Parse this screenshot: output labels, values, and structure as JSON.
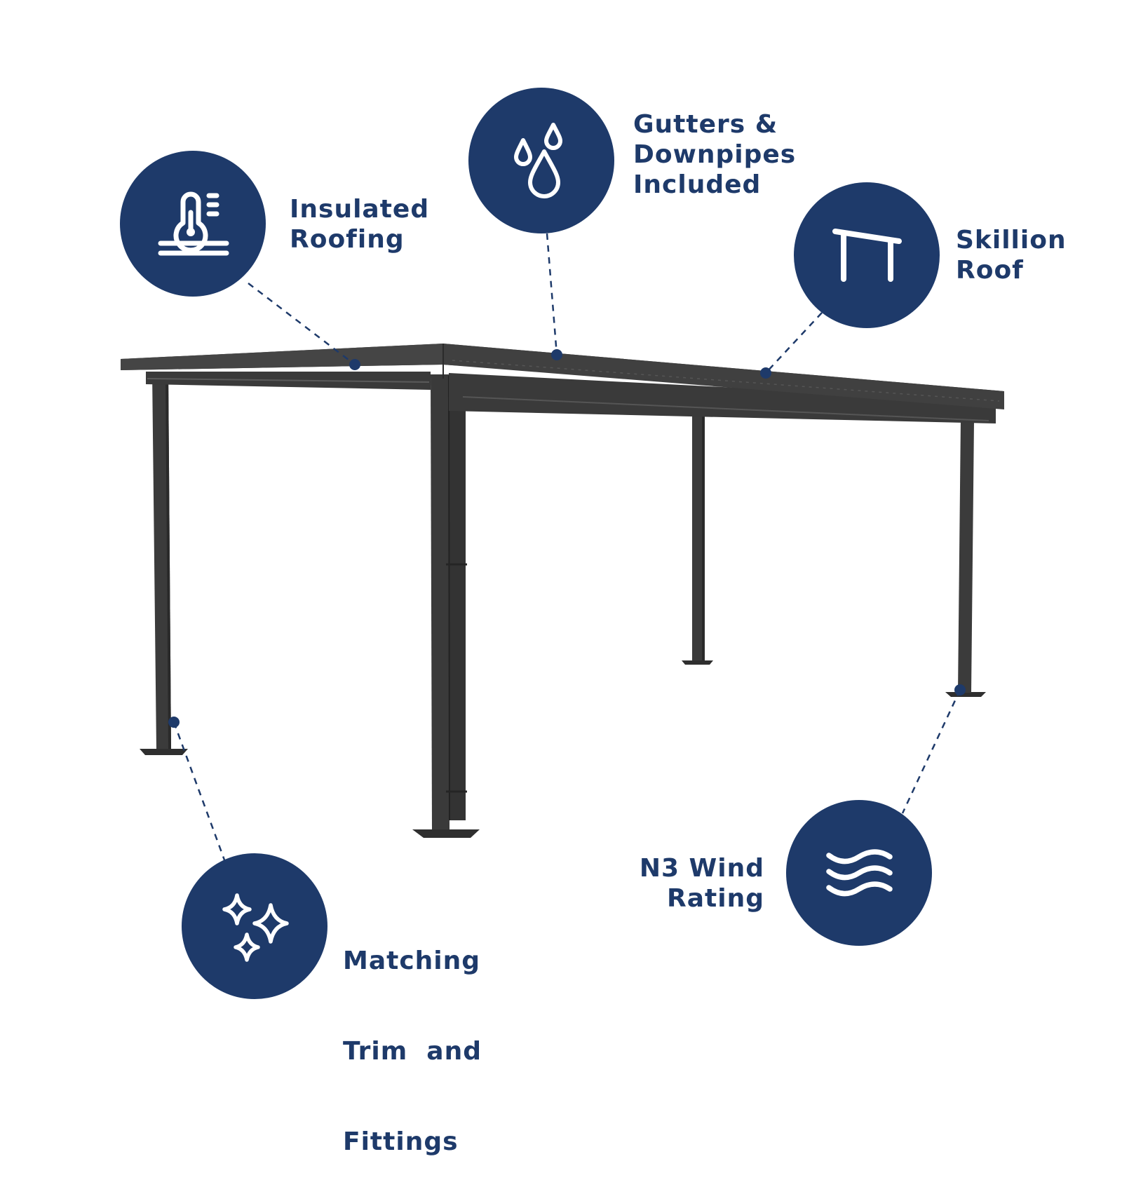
{
  "colors": {
    "badge": "#1e3a6a",
    "frame": "#3b3b3b",
    "frame_dark": "#2c2c2c",
    "icon": "#ffffff",
    "background": "#ffffff"
  },
  "product": {
    "name": "skillion-roof-carport-frame",
    "color": "charcoal"
  },
  "features": [
    {
      "id": "insulated-roofing",
      "icon": "thermometer-insulation-icon",
      "lines": [
        "Insulated",
        "Roofing"
      ]
    },
    {
      "id": "gutters-downpipes",
      "icon": "water-drops-icon",
      "lines": [
        "Gutters &",
        "Downpipes",
        "Included"
      ]
    },
    {
      "id": "skillion-roof",
      "icon": "skillion-roof-icon",
      "lines": [
        "Skillion",
        "Roof"
      ]
    },
    {
      "id": "matching-trim",
      "icon": "sparkles-icon",
      "lines": [
        "Matching",
        "Trim  and",
        "Fittings"
      ]
    },
    {
      "id": "wind-rating",
      "icon": "wind-waves-icon",
      "lines": [
        "N3 Wind",
        "Rating"
      ]
    }
  ]
}
